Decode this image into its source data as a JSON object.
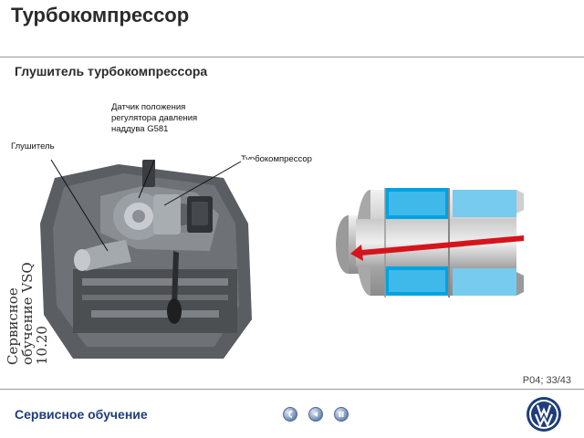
{
  "page": {
    "title": "Турбокомпрессор",
    "subtitle": "Глушитель турбокомпрессора"
  },
  "callouts": {
    "silencer": "Глушитель",
    "sensor": [
      "Датчик положения",
      "регулятора давления",
      "наддува G581"
    ],
    "turbo": "Турбокомпрессор"
  },
  "watermark": [
    "Сервисное",
    "обучение VSQ",
    "10.20"
  ],
  "page_number": "P04; 33/43",
  "footer": {
    "label": "Сервисное обучение",
    "buttons": [
      "back-button",
      "previous-button",
      "pause-button"
    ]
  },
  "colors": {
    "arrow": "#d5141c",
    "cavity": "#00a3e0",
    "nav": "#6d88b4",
    "brand": "#1f3d7a"
  }
}
